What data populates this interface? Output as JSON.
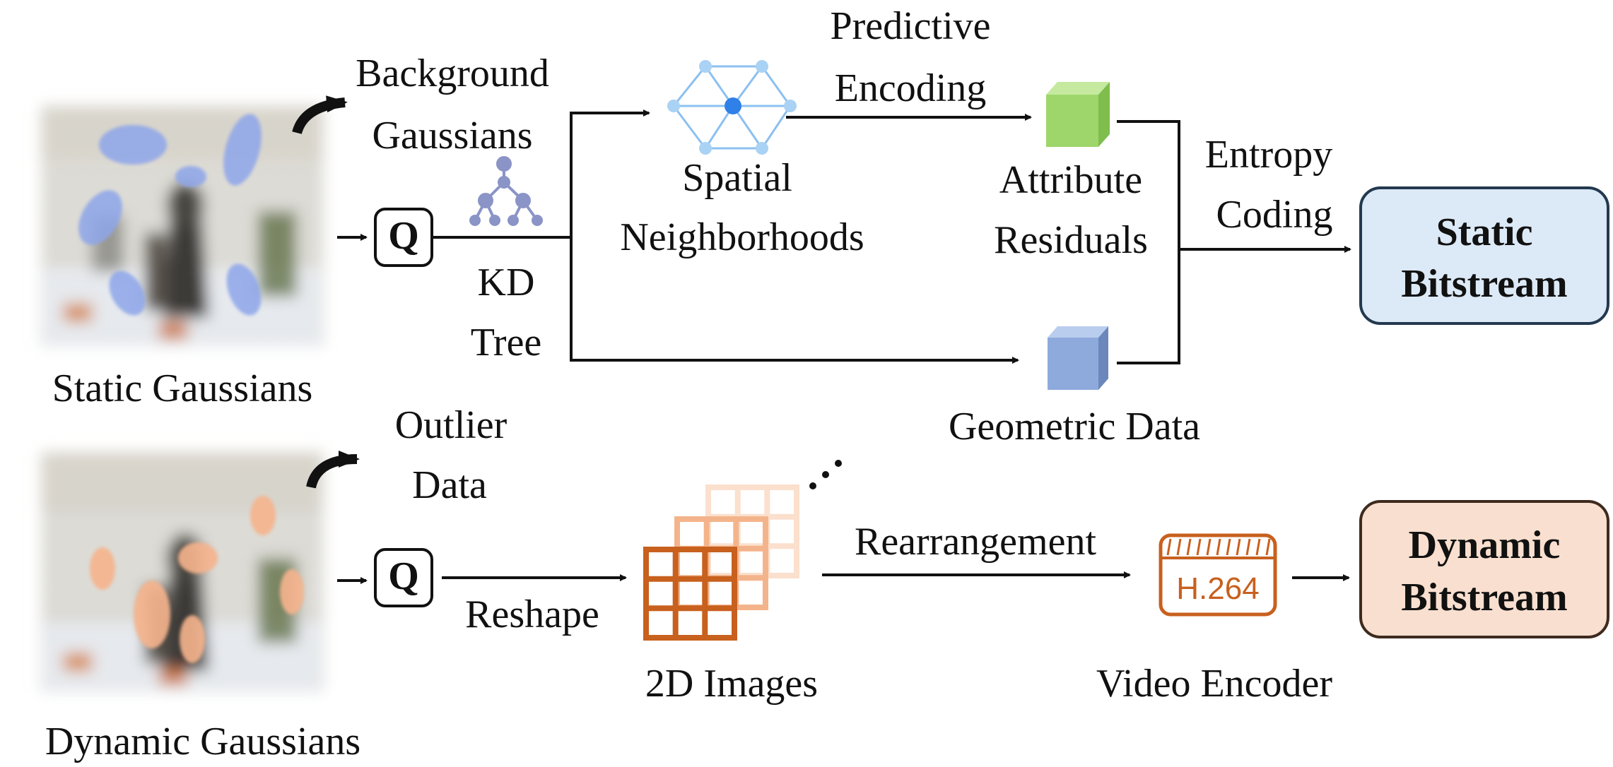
{
  "static": {
    "image_label": "Static Gaussians",
    "branch_label_line1": "Background",
    "branch_label_line2": "Gaussians",
    "quantizer": "Q",
    "kdtree_line1": "KD",
    "kdtree_line2": "Tree",
    "predictive_line1": "Predictive",
    "predictive_line2": "Encoding",
    "spatial_line1": "Spatial",
    "spatial_line2": "Neighborhoods",
    "attribute_line1": "Attribute",
    "attribute_line2": "Residuals",
    "geometric": "Geometric Data",
    "entropy_line1": "Entropy",
    "entropy_line2": "Coding",
    "bitstream_line1": "Static",
    "bitstream_line2": "Bitstream"
  },
  "dynamic": {
    "image_label": "Dynamic Gaussians",
    "branch_label_line1": "Outlier",
    "branch_label_line2": "Data",
    "quantizer": "Q",
    "reshape": "Reshape",
    "images_label": "2D Images",
    "ellipsis": "...",
    "rearrangement": "Rearrangement",
    "codec": "H.264",
    "video_encoder": "Video Encoder",
    "bitstream_line1": "Dynamic",
    "bitstream_line2": "Bitstream"
  },
  "colors": {
    "line": "#111111",
    "static_bitstream_fill": "#dce9f6",
    "static_bitstream_stroke": "#23394f",
    "dynamic_bitstream_fill": "#f9dfcf",
    "dynamic_bitstream_stroke": "#3e2a1e",
    "static_gaussian": "#8ea6ea",
    "dynamic_gaussian": "#f6b48d",
    "attribute_cube": "#9ed66b",
    "geometric_cube": "#8eaadc",
    "graph": "#2f80e8",
    "tree": "#8a94c7",
    "grid": "#c8601e",
    "codec": "#c8601e"
  }
}
